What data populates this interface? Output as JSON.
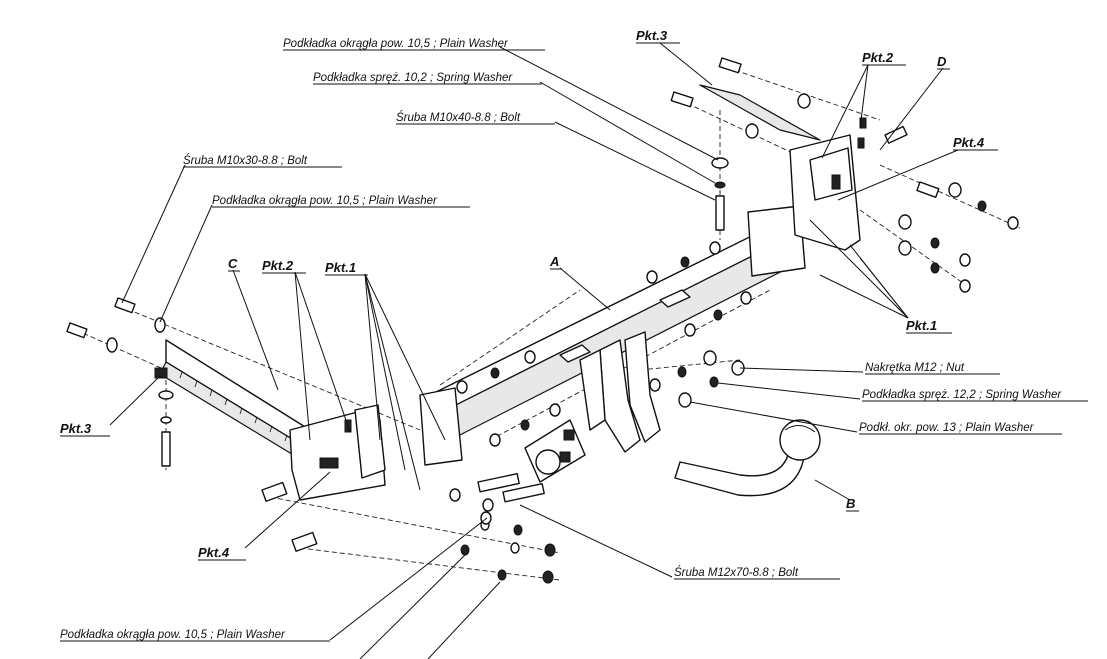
{
  "labels": {
    "plain_washer_top": "Podkładka okrągła pow. 10,5 ; Plain Washer",
    "spring_washer_top": "Podkładka spręż. 10,2 ; Spring Washer",
    "bolt_m10x40": "Śruba M10x40-8.8   ;  Bolt",
    "bolt_m10x30": "Śruba M10x30-8.8   ;  Bolt",
    "plain_washer_left": "Podkładka okrągła pow. 10,5 ; Plain Washer",
    "nut_m12": "Nakrętka  M12 ; Nut",
    "spring_washer_12": "Podkładka spręż. 12,2 ; Spring Washer",
    "plain_washer_13": "Podkł. okr. pow. 13 ; Plain Washer",
    "bolt_m12x70": "Śruba M12x70-8.8   ;  Bolt",
    "plain_washer_bottom": "Podkładka okrągła pow. 10,5 ; Plain Washer"
  },
  "callouts": {
    "pkt3_top": "Pkt.3",
    "pkt2_top": "Pkt.2",
    "d": "D",
    "pkt4_top": "Pkt.4",
    "pkt1_right": "Pkt.1",
    "c": "C",
    "pkt2_left": "Pkt.2",
    "pkt1_left": "Pkt.1",
    "a": "A",
    "pkt3_left": "Pkt.3",
    "pkt4_bottom": "Pkt.4",
    "b": "B"
  },
  "colors": {
    "ink": "#111111",
    "background": "#ffffff"
  }
}
